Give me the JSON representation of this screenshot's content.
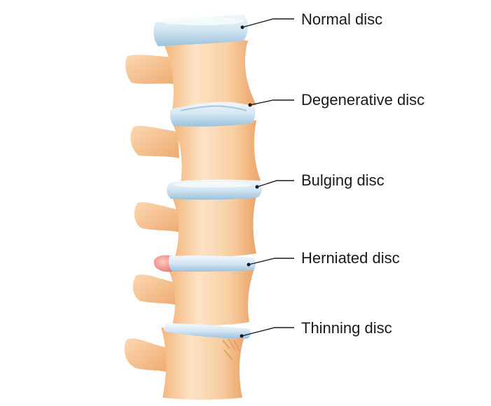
{
  "labels": {
    "normal": "Normal disc",
    "degenerative": "Degenerative disc",
    "bulging": "Bulging disc",
    "herniated": "Herniated disc",
    "thinning": "Thinning disc"
  },
  "colors": {
    "bone_light": "#fde2c3",
    "bone_mid": "#f8c795",
    "bone_dark": "#e9a56b",
    "disc_light": "#eaf3fa",
    "disc_mid": "#c3dced",
    "disc_dark": "#8fb9d6",
    "hernia": "#f18f8f"
  }
}
